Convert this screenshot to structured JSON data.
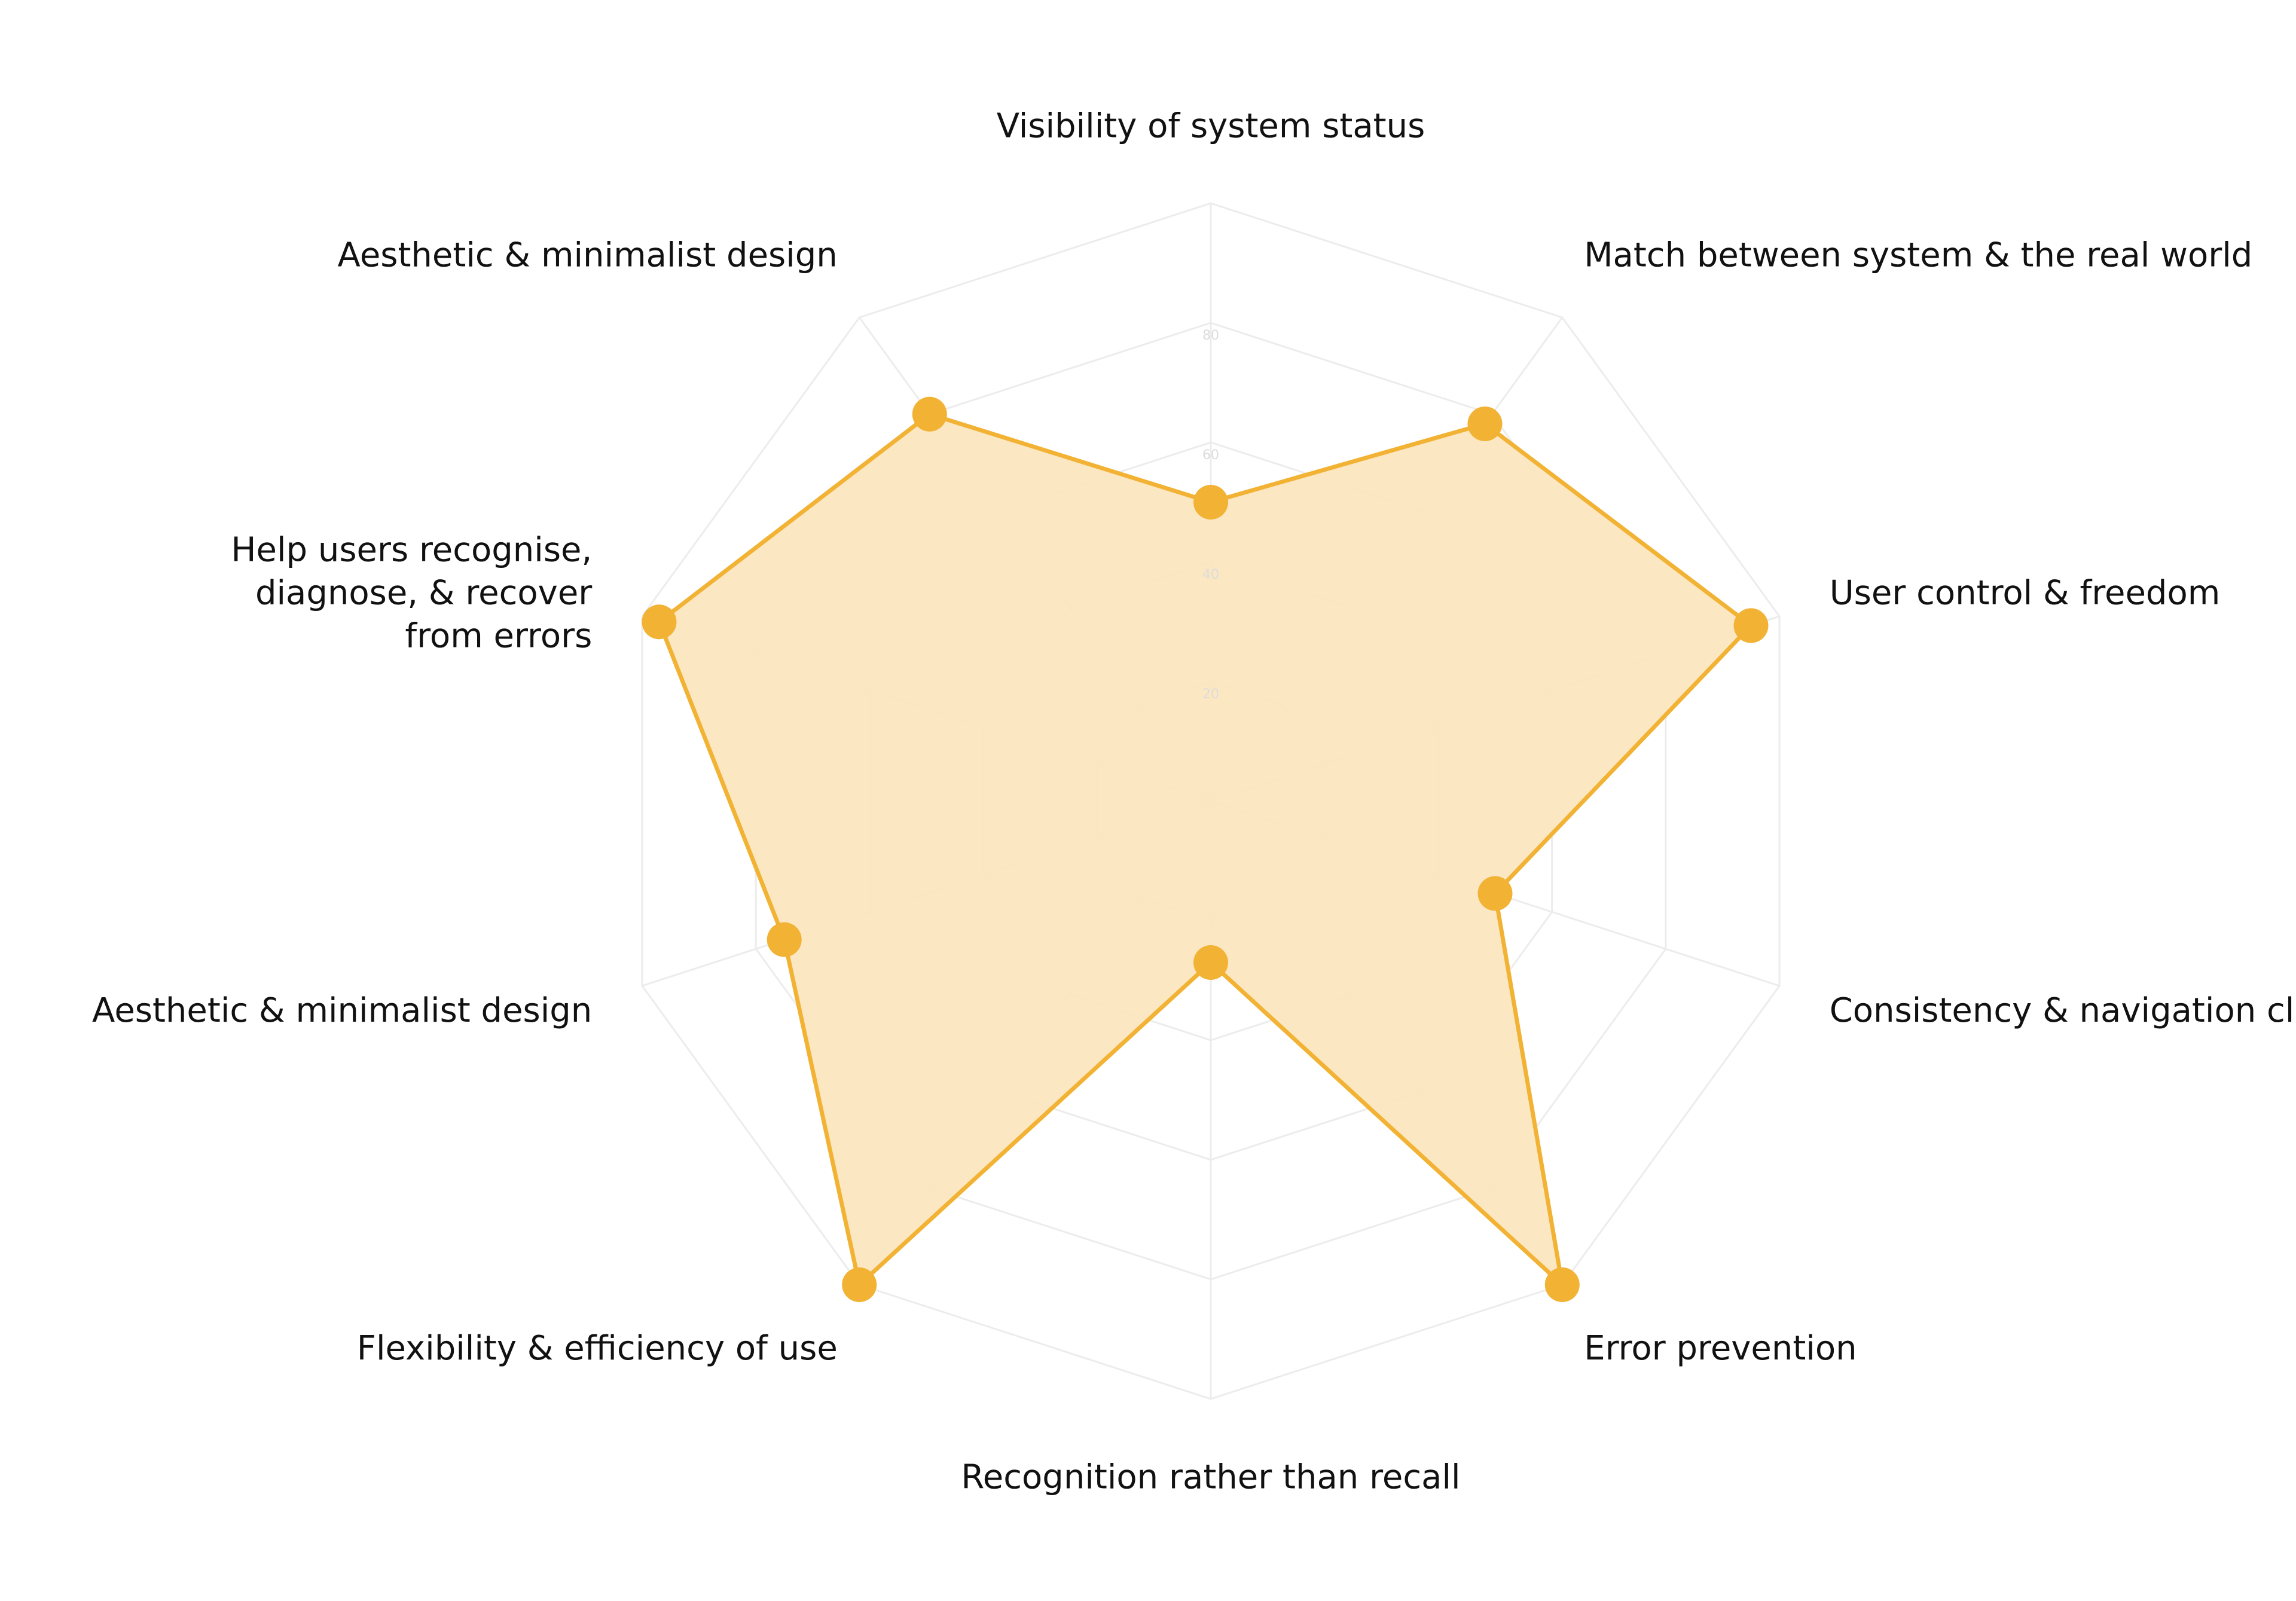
{
  "chart_data": {
    "type": "radar",
    "axes": [
      {
        "label": [
          "Visibility of system status"
        ]
      },
      {
        "label": [
          "Match between system  & the real world"
        ]
      },
      {
        "label": [
          "User control & freedom"
        ]
      },
      {
        "label": [
          "Consistency  & navigation clarity"
        ]
      },
      {
        "label": [
          "Error prevention"
        ]
      },
      {
        "label": [
          "Recognition rather than recall"
        ]
      },
      {
        "label": [
          "Flexibility & efficiency of use"
        ]
      },
      {
        "label": [
          "Aesthetic & minimalist design"
        ]
      },
      {
        "label": [
          "Help users recognise,",
          "diagnose, & recover",
          "from errors"
        ]
      },
      {
        "label": [
          "Aesthetic & minimalist design"
        ]
      }
    ],
    "ticks": [
      "20",
      "40",
      "60",
      "80"
    ],
    "rmax": 100,
    "series": [
      {
        "values": [
          50,
          78,
          95,
          50,
          100,
          27,
          100,
          75,
          97,
          80
        ]
      }
    ],
    "colors": {
      "line": "#f2b234",
      "fill": "#fce6c0",
      "point": "#f2b234",
      "grid": "#ececec"
    }
  }
}
